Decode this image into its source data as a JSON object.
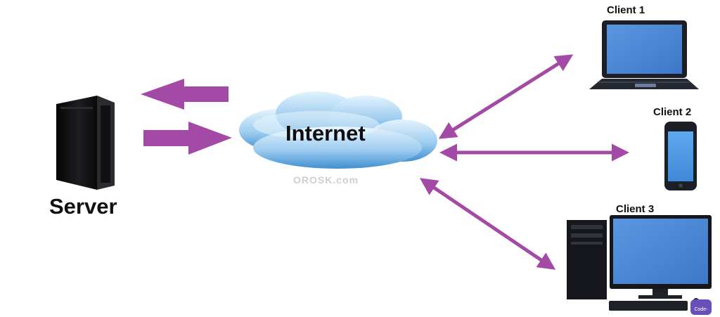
{
  "labels": {
    "server": "Server",
    "internet": "Internet",
    "client1": "Client 1",
    "client2": "Client 2",
    "client3": "Client 3",
    "watermark": "OROSK.com",
    "badge": "Code-yug"
  },
  "nodes": [
    {
      "id": "server",
      "icon": "server-tower-icon"
    },
    {
      "id": "internet",
      "icon": "cloud-icon"
    },
    {
      "id": "client1",
      "icon": "laptop-icon"
    },
    {
      "id": "client2",
      "icon": "smartphone-icon"
    },
    {
      "id": "client3",
      "icon": "desktop-computer-icon"
    }
  ],
  "edges": [
    {
      "from": "internet",
      "to": "server",
      "direction": "one-way"
    },
    {
      "from": "server",
      "to": "internet",
      "direction": "one-way"
    },
    {
      "from": "internet",
      "to": "client1",
      "direction": "two-way"
    },
    {
      "from": "internet",
      "to": "client2",
      "direction": "two-way"
    },
    {
      "from": "internet",
      "to": "client3",
      "direction": "two-way"
    }
  ],
  "colors": {
    "arrow": "#a24aa6",
    "cloud_light": "#d4ecfa",
    "cloud_dark": "#3f8fd0",
    "screen": "#4a86d6",
    "device_body": "#1c1f26"
  }
}
